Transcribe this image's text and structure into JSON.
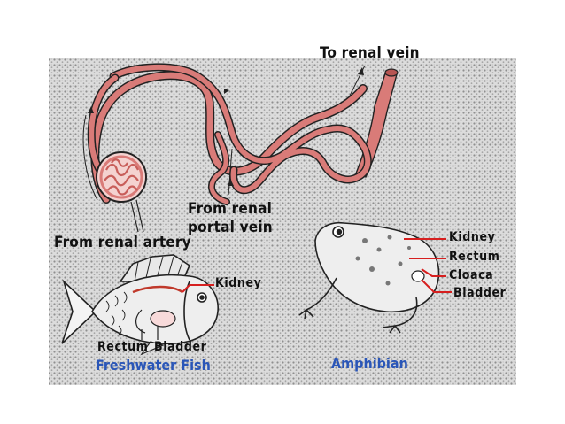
{
  "nephron": {
    "to_renal_vein": "To renal vein",
    "from_renal_portal_vein": [
      "From renal",
      "portal vein"
    ],
    "from_renal_artery": "From renal artery"
  },
  "fish": {
    "kidney": "Kidney",
    "rectum": "Rectum",
    "bladder": "Bladder",
    "caption": "Freshwater Fish"
  },
  "amphibian": {
    "kidney": "Kidney",
    "rectum": "Rectum",
    "cloaca": "Cloaca",
    "bladder": "Bladder",
    "caption": "Amphibian"
  },
  "colors": {
    "tubule": "#d97b78",
    "pointer": "#d61f1f",
    "caption": "#2a56b8",
    "stipple": "#a8a8a8"
  }
}
